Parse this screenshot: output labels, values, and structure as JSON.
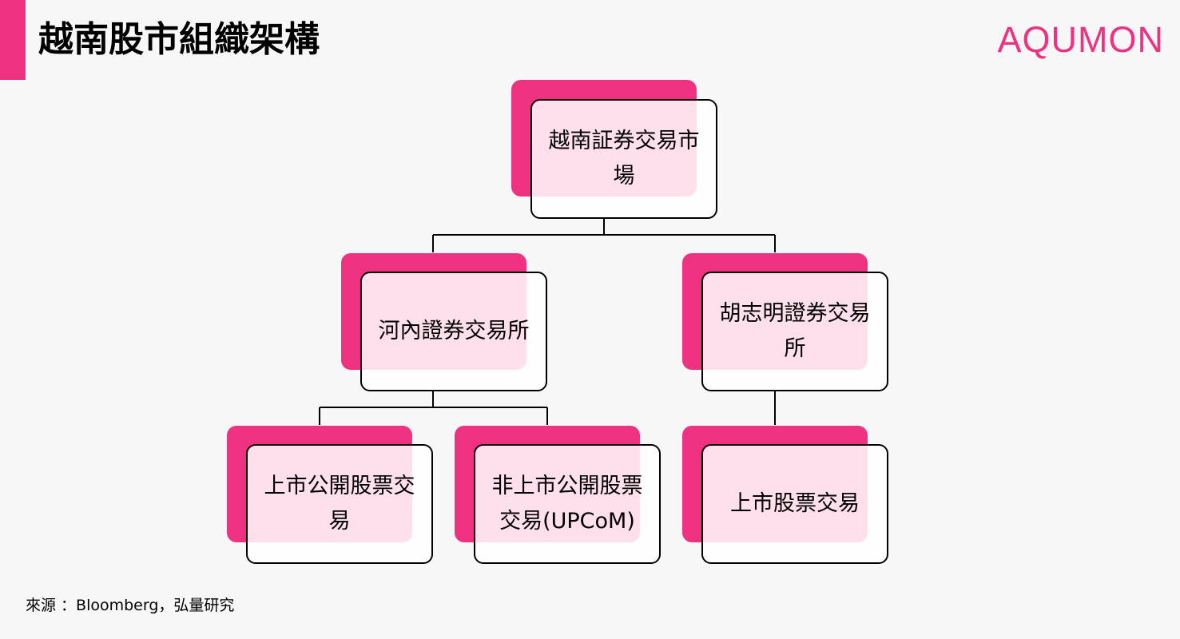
{
  "header": {
    "title": "越南股市組織架構",
    "brand": "AQUMON"
  },
  "diagram": {
    "root": {
      "label": "越南証券交易市場"
    },
    "hnx": {
      "label": "河內證券交易所"
    },
    "hose": {
      "label": "胡志明證券交易所"
    },
    "hnx_listed": {
      "label": "上市公開股票交易"
    },
    "hnx_upcom": {
      "label": "非上市公開股票交易(UPCoM)"
    },
    "hose_listed": {
      "label": "上市股票交易"
    }
  },
  "footer": {
    "source": "來源 ：Bloomberg，弘量研究"
  },
  "colors": {
    "accent": "#ee3181",
    "box_fill": "#fde6ef",
    "border": "#000000"
  }
}
